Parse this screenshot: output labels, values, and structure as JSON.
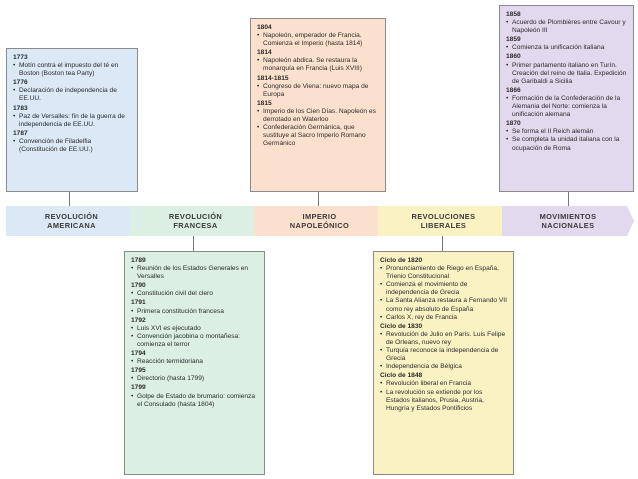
{
  "colors": {
    "americana": "#dbe8f6",
    "francesa": "#dbefe3",
    "napoleon": "#fbe0cd",
    "liberales": "#fbf2c4",
    "nacionales": "#e3d9ee"
  },
  "eras": [
    {
      "label": "REVOLUCIÓN\nAMERICANA"
    },
    {
      "label": "REVOLUCIÓN\nFRANCESA"
    },
    {
      "label": "IMPERIO\nNAPOLEÓNICO"
    },
    {
      "label": "REVOLUCIONES\nLIBERALES"
    },
    {
      "label": "MOVIMIENTOS\nNACIONALES"
    }
  ],
  "americana": {
    "groups": [
      {
        "year": "1773",
        "items": [
          "Motín contra el impuesto del té en Boston (Boston tea Party)"
        ]
      },
      {
        "year": "1776",
        "items": [
          "Declaración de independencia de EE.UU."
        ]
      },
      {
        "year": "1783",
        "items": [
          "Paz de Versalles: fin de la guerra de independencia de EE.UU."
        ]
      },
      {
        "year": "1787",
        "items": [
          "Convención de Filadelfia (Constitución de EE.UU.)"
        ]
      }
    ]
  },
  "napoleon": {
    "groups": [
      {
        "year": "1804",
        "items": [
          "Napoleón, emperador de Francia. Comienza el Imperio (hasta 1814)"
        ]
      },
      {
        "year": "1814",
        "items": [
          "Napoleón abdica. Se restaura la monarquía en Francia (Luis XVIII)"
        ]
      },
      {
        "year": "1814-1815",
        "items": [
          "Congreso de Viena: nuevo mapa de Europa"
        ]
      },
      {
        "year": "1815",
        "items": [
          "Imperio de los Cien Días. Napoleón es derrotado en Waterloo",
          "Confederación Germánica, que sustituye al Sacro Imperio Romano Germánico"
        ]
      }
    ]
  },
  "nacionales": {
    "groups": [
      {
        "year": "1858",
        "items": [
          "Acuerdo de Plombières entre Cavour y Napoleón III"
        ]
      },
      {
        "year": "1859",
        "items": [
          "Comienza la unificación italiana"
        ]
      },
      {
        "year": "1860",
        "items": [
          "Primer parlamento italiano en Turín. Creación del reino de Italia. Expedición de Garibaldi a Sicilia"
        ]
      },
      {
        "year": "1866",
        "items": [
          "Formación de la Confederación de la Alemania del Norte: comienza la unificación alemana"
        ]
      },
      {
        "year": "1870",
        "items": [
          "Se forma el II Reich alemán",
          "Se completa la unidad italiana con la ocupación de Roma"
        ]
      }
    ]
  },
  "francesa": {
    "groups": [
      {
        "year": "1789",
        "items": [
          "Reunión de los Estados Generales en Versalles"
        ]
      },
      {
        "year": "1790",
        "items": [
          "Constitución civil del clero"
        ]
      },
      {
        "year": "1791",
        "items": [
          "Primera constitución francesa"
        ]
      },
      {
        "year": "1792",
        "items": [
          "Luis XVI es ejecutado",
          "Convención jacobina o montañesa: comienza el terror"
        ]
      },
      {
        "year": "1794",
        "items": [
          "Reacción termidoriana"
        ]
      },
      {
        "year": "1795",
        "items": [
          "Directorio (hasta 1799)"
        ]
      },
      {
        "year": "1799",
        "items": [
          "Golpe de Estado de brumario: comienza el Consulado (hasta 1804)"
        ]
      }
    ]
  },
  "liberales": {
    "groups": [
      {
        "year": "Ciclo de 1820",
        "items": [
          "Pronunciamiento de Riego en España, Trienio Constitucional",
          "Comienza el movimiento de independencia de Grecia",
          "La Santa Alianza restaura a Fernando VII como rey absoluto de España",
          "Carlos X, rey de Francia"
        ]
      },
      {
        "year": "Ciclo de 1830",
        "items": [
          "Revolución de Julio en París. Luis Felipe de Orleans, nuevo rey",
          "Turquía reconoce la independencia de Grecia",
          "Independencia de Bélgica"
        ]
      },
      {
        "year": "Ciclo de 1848",
        "items": [
          "Revolución liberal en Francia",
          "La revolución se extiende por los Estados italianos, Prusia, Austria, Hungría y Estados Pontificios"
        ]
      }
    ]
  }
}
